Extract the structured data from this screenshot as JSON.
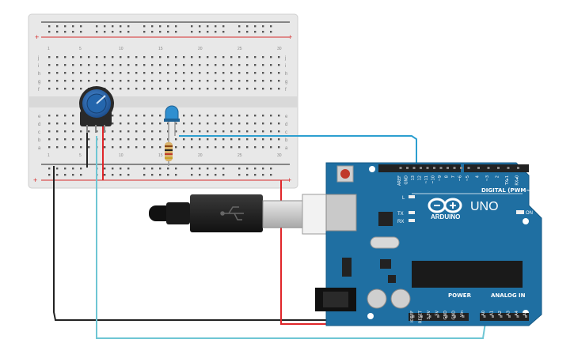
{
  "breadboard": {
    "rail_plus": "+",
    "rail_minus": "-",
    "row_letters_top": [
      "j",
      "i",
      "h",
      "g",
      "f"
    ],
    "row_letters_bottom": [
      "e",
      "d",
      "c",
      "b",
      "a"
    ],
    "column_numbers": [
      "1",
      "5",
      "10",
      "15",
      "20",
      "25",
      "30"
    ]
  },
  "arduino": {
    "brand": "ARDUINO",
    "model": "UNO",
    "digital_label": "DIGITAL (PWM~)",
    "power_label": "POWER",
    "analog_label": "ANALOG IN",
    "led_on": "ON",
    "led_l": "L",
    "led_tx": "TX",
    "led_rx": "RX",
    "digital_pins": [
      "AREF",
      "GND",
      "13",
      "12",
      "~11",
      "~10",
      "~9",
      "8",
      "7",
      "~6",
      "~5",
      "4",
      "~3",
      "2",
      "TX▸1",
      "RX◂0"
    ],
    "power_pins": [
      "IOREF",
      "RESET",
      "3.3V",
      "5V",
      "GND",
      "GND",
      "Vin"
    ],
    "analog_pins": [
      "A0",
      "A1",
      "A2",
      "A3",
      "A4",
      "A5"
    ]
  },
  "colors": {
    "wire_black": "#222222",
    "wire_red": "#e0262a",
    "wire_cyan": "#6ec6d4",
    "wire_blue": "#2c9fd0",
    "board_blue": "#1f6fa2",
    "breadboard": "#e8e8e8"
  },
  "icons": [
    "usb-plug-icon",
    "usb-symbol-icon",
    "arduino-logo-icon",
    "potentiometer-icon",
    "led-icon",
    "resistor-icon",
    "reset-button-icon",
    "power-jack-icon"
  ]
}
